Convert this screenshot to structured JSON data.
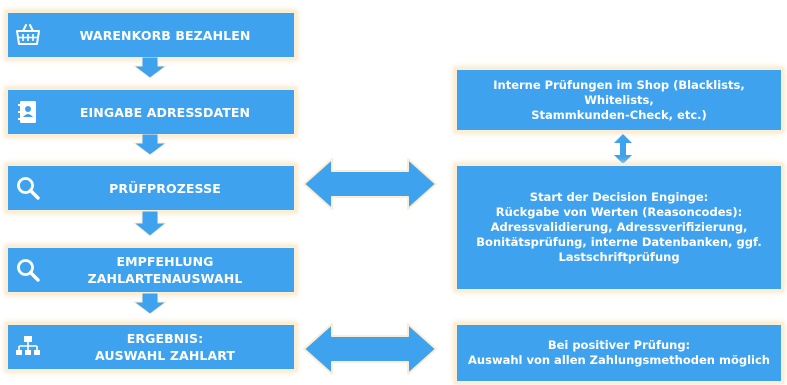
{
  "steps": [
    {
      "label_lines": [
        "WARENKORB BEZAHLEN"
      ],
      "icon": "shopping-basket-icon"
    },
    {
      "label_lines": [
        "EINGABE ADRESSDATEN"
      ],
      "icon": "address-book-icon"
    },
    {
      "label_lines": [
        "PRÜFPROZESSE"
      ],
      "icon": "search-icon"
    },
    {
      "label_lines": [
        "EMPFEHLUNG",
        "ZAHLARTENAUSWAHL"
      ],
      "icon": "search-icon"
    },
    {
      "label_lines": [
        "ERGEBNIS:",
        "AUSWAHL ZAHLART"
      ],
      "icon": "hierarchy-icon"
    }
  ],
  "right_boxes": {
    "internal_checks": [
      "Interne Prüfungen im Shop (Blacklists, Whitelists,",
      "Stammkunden-Check, etc.)"
    ],
    "decision_engine": [
      "Start der Decision Enginge:",
      "Rückgabe von Werten (Reasoncodes):",
      "Adressvalidierung, Adressverifizierung,",
      "Bonitätsprüfung, interne Datenbanken, ggf.",
      "Lastschriftprüfung"
    ],
    "result": [
      "Bei positiver Prüfung:",
      "Auswahl von allen Zahlungsmethoden möglich"
    ]
  },
  "colors": {
    "box_fill": "#3fa2ee",
    "box_glow": "#fbeed6",
    "arrow_fill": "#3fa2ee",
    "text": "#ffffff"
  }
}
